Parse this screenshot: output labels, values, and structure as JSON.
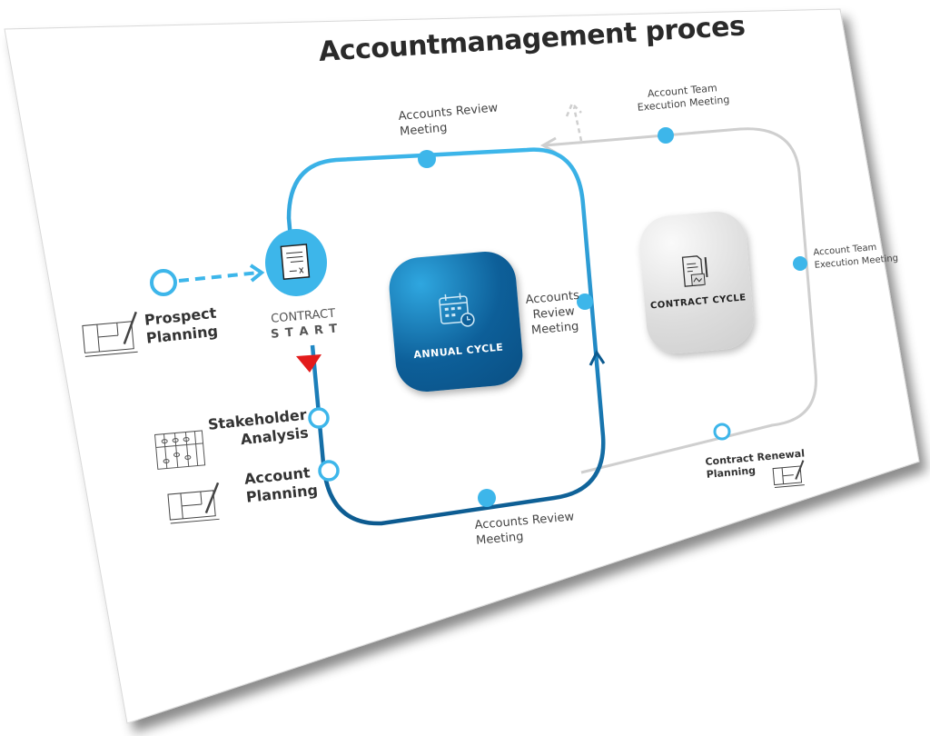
{
  "title": "Accountmanagement proces",
  "annual_cycle": {
    "label": "ANNUAL CYCLE",
    "icon": "calendar-clock-icon"
  },
  "contract_cycle": {
    "label": "CONTRACT CYCLE",
    "icon": "contract-document-icon"
  },
  "contract_start": {
    "line1": "CONTRACT",
    "line2": "S T A R T",
    "icon": "signed-document-icon"
  },
  "milestones": {
    "prospect_planning": {
      "line1": "Prospect",
      "line2": "Planning"
    },
    "stakeholder_analysis": {
      "line1": "Stakeholder",
      "line2": "Analysis"
    },
    "account_planning": {
      "line1": "Account",
      "line2": "Planning"
    },
    "review_top": {
      "line1": "Accounts Review",
      "line2": "Meeting"
    },
    "review_right": {
      "line1": "Accounts",
      "line2": "Review",
      "line3": "Meeting"
    },
    "review_bottom": {
      "line1": "Accounts Review",
      "line2": "Meeting"
    },
    "team_exec_top": {
      "line1": "Account Team",
      "line2": "Execution Meeting"
    },
    "team_exec_right": {
      "line1": "Account Team",
      "line2": "Execution Meeting"
    },
    "contract_renewal": {
      "line1": "Contract Renewal",
      "line2": "Planning"
    }
  },
  "colors": {
    "blue_light": "#3db6ea",
    "blue_dark": "#0c5a8f",
    "gray": "#cfcfcf",
    "marker_red": "#e31b1b"
  }
}
